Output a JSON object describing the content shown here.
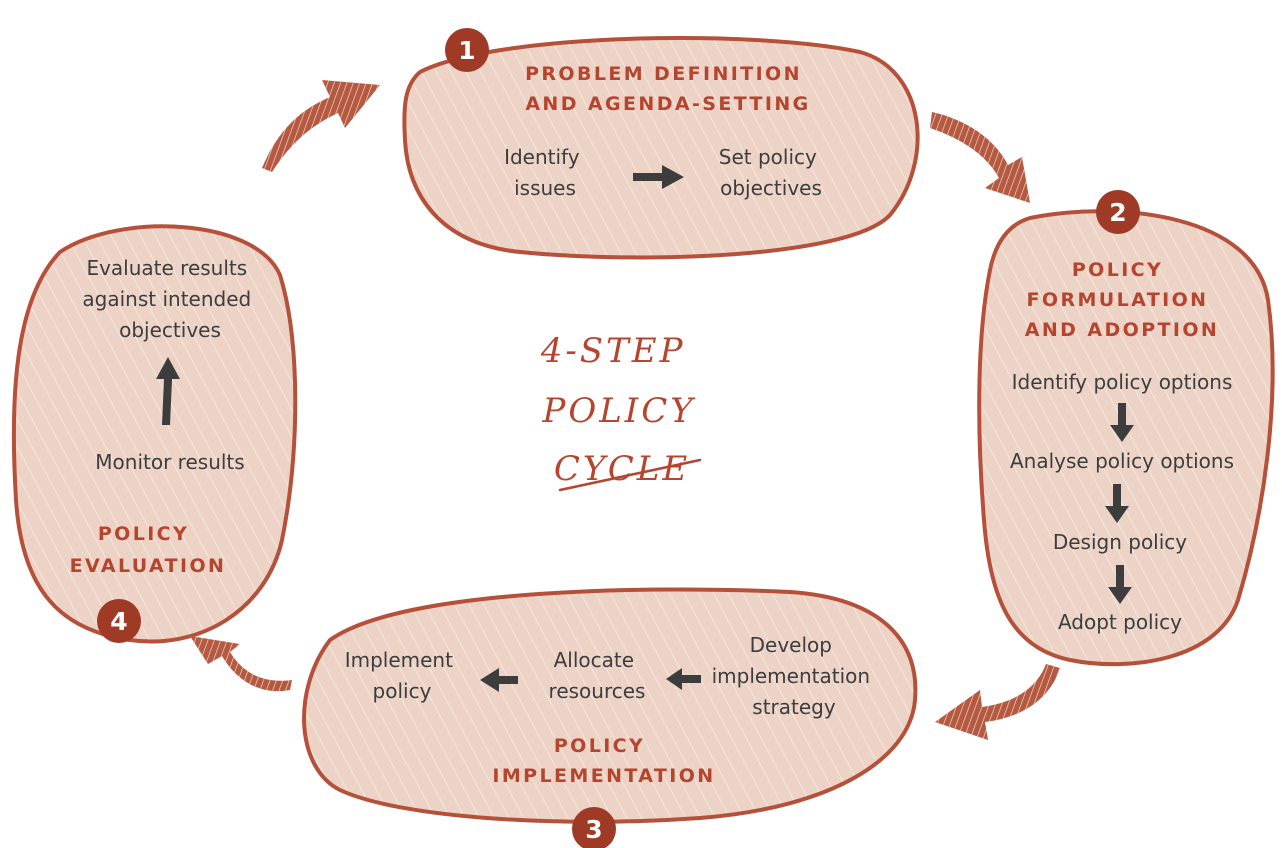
{
  "center": {
    "lines": [
      "4-STEP",
      "POLICY",
      "CYCLE"
    ]
  },
  "steps": [
    {
      "number": "1",
      "title_lines": [
        "PROBLEM DEFINITION",
        "AND AGENDA-SETTING"
      ],
      "items": [
        {
          "lines": [
            "Identify",
            "issues"
          ]
        },
        {
          "lines": [
            "Set policy",
            "objectives"
          ]
        }
      ]
    },
    {
      "number": "2",
      "title_lines": [
        "POLICY",
        "FORMULATION",
        "AND ADOPTION"
      ],
      "items": [
        {
          "lines": [
            "Identify policy options"
          ]
        },
        {
          "lines": [
            "Analyse policy options"
          ]
        },
        {
          "lines": [
            "Design policy"
          ]
        },
        {
          "lines": [
            "Adopt policy"
          ]
        }
      ]
    },
    {
      "number": "3",
      "title_lines": [
        "POLICY",
        "IMPLEMENTATION"
      ],
      "items": [
        {
          "lines": [
            "Develop",
            "implementation",
            "strategy"
          ]
        },
        {
          "lines": [
            "Allocate",
            "resources"
          ]
        },
        {
          "lines": [
            "Implement",
            "policy"
          ]
        }
      ]
    },
    {
      "number": "4",
      "title_lines": [
        "POLICY",
        "EVALUATION"
      ],
      "items": [
        {
          "lines": [
            "Monitor results"
          ]
        },
        {
          "lines": [
            "Evaluate results",
            "against intended",
            "objectives"
          ]
        }
      ]
    }
  ],
  "colors": {
    "accent": "#b5452e",
    "blob_fill": "#ecd3c6",
    "badge": "#9e3a26",
    "text": "#3d3d3d",
    "cycle_arrow": "#b55a40"
  }
}
